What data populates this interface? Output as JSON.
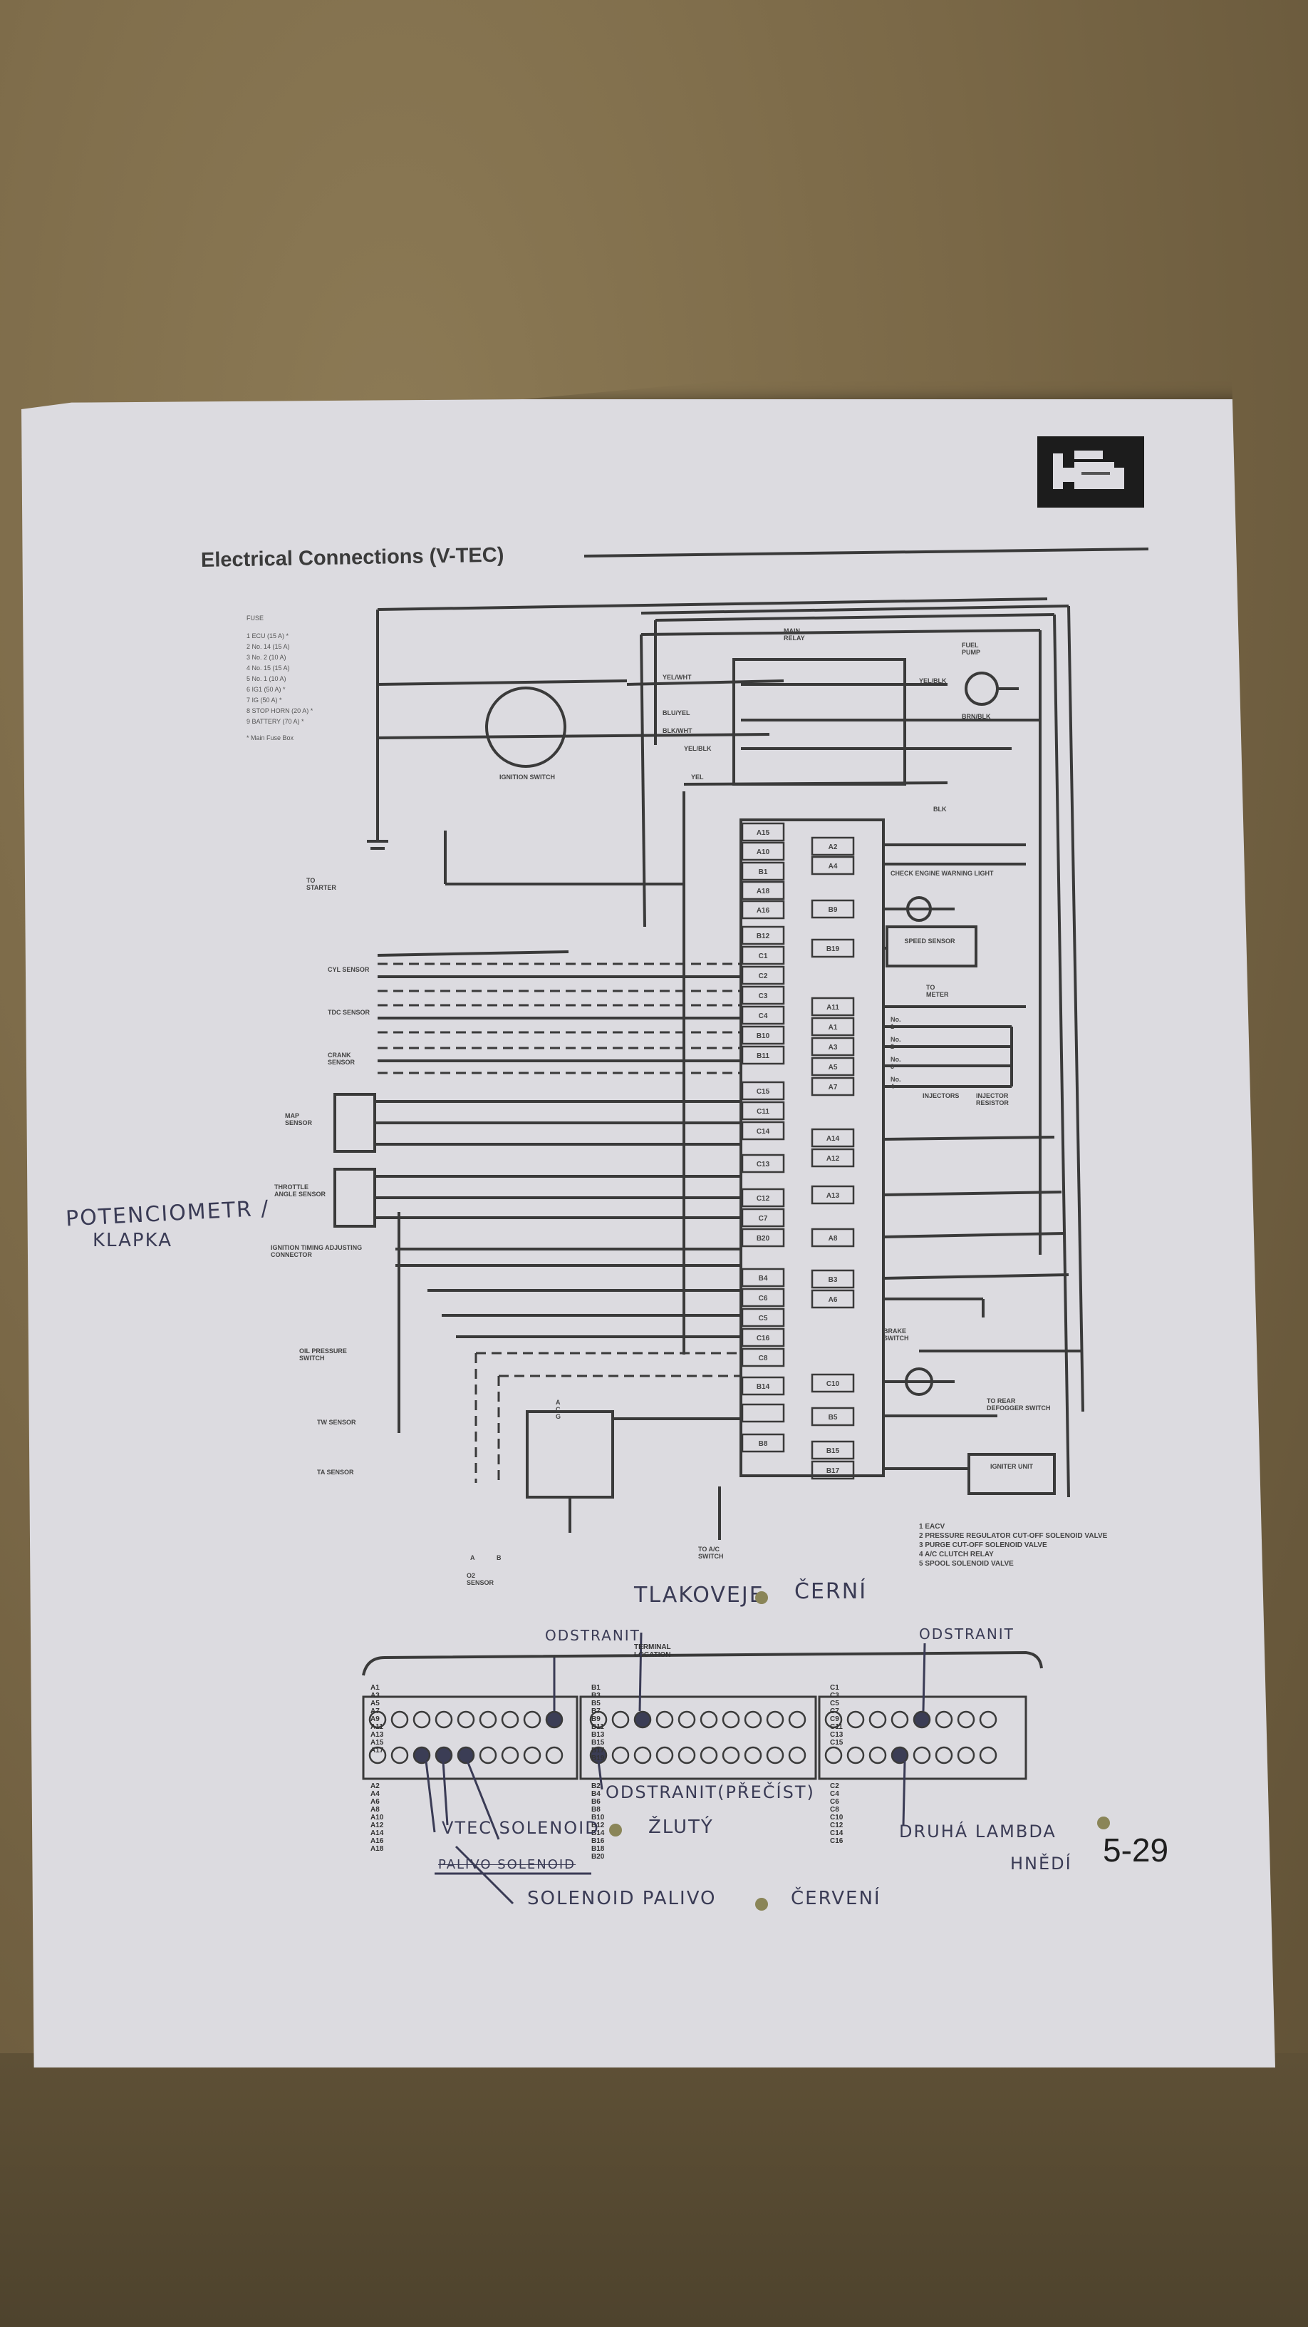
{
  "document": {
    "title": "Electrical Connections (V-TEC)",
    "page_number": "5-29",
    "logo_icon": "engine-icon"
  },
  "fuse_legend": {
    "heading": "FUSE",
    "items": [
      "1 ECU (15 A) *",
      "2 No. 14 (15 A)",
      "3 No. 2 (10 A)",
      "4 No. 15 (15 A)",
      "5 No. 1 (10 A)",
      "6 IG1 (50 A) *",
      "7 IG (50 A) *",
      "8 STOP HORN (20 A) *",
      "9 BATTERY (70 A) *"
    ],
    "footnote": "* Main Fuse Box"
  },
  "components": {
    "ignition_switch": "IGNITION SWITCH",
    "main_relay": "MAIN RELAY",
    "fuel_pump": "FUEL PUMP",
    "to_starter": "TO STARTER",
    "cyl_sensor": "CYL SENSOR",
    "tdc_sensor": "TDC SENSOR",
    "crank_sensor": "CRANK SENSOR",
    "map_sensor": "MAP SENSOR",
    "throttle_angle_sensor": "THROTTLE ANGLE SENSOR",
    "ignition_timing_connector": "IGNITION TIMING ADJUSTING CONNECTOR",
    "oil_pressure_switch": "OIL PRESSURE SWITCH",
    "tw_sensor": "TW SENSOR",
    "ta_sensor": "TA SENSOR",
    "o2_sensor": "O2 SENSOR",
    "o2_a": "A",
    "o2_b": "B",
    "acg": "A C G",
    "to_ac_switch": "TO A/C SWITCH",
    "check_engine": "CHECK ENGINE WARNING LIGHT",
    "speed_sensor": "SPEED SENSOR",
    "to_meter": "TO METER",
    "injectors": "INJECTORS",
    "injector_resistor": "INJECTOR RESISTOR",
    "inj_labels": [
      "No. 1",
      "No. 2",
      "No. 3",
      "No. 4"
    ],
    "brake_switch": "BRAKE SWITCH",
    "to_rear_defogger": "TO REAR DEFOGGER SWITCH",
    "igniter_unit": "IGNITER UNIT",
    "wire_colors": [
      "YEL/WHT",
      "BLU/YEL",
      "BLK/WHT",
      "YEL/BLK",
      "YEL",
      "YEL/BLK",
      "BRN/BLK",
      "BLK"
    ]
  },
  "ecu_terminals": {
    "left": [
      "A15",
      "A10",
      "B1",
      "A18",
      "A16",
      "B12",
      "C1",
      "C2",
      "C3",
      "C4",
      "B10",
      "B11",
      "C15",
      "C11",
      "C14",
      "C13",
      "C12",
      "C7",
      "B20",
      "B4",
      "C6",
      "C5",
      "C16",
      "C8",
      "B14",
      "",
      "B8"
    ],
    "right": [
      "A2",
      "A4",
      "B9",
      "B19",
      "A11",
      "A1",
      "A3",
      "A5",
      "A7",
      "A14",
      "A12",
      "A13",
      "A8",
      "B3",
      "A6",
      "C10",
      "B5",
      "B15",
      "B17"
    ]
  },
  "solenoid_legend": [
    "1 EACV",
    "2 PRESSURE REGULATOR CUT-OFF SOLENOID VALVE",
    "3 PURGE CUT-OFF SOLENOID VALVE",
    "4 A/C CLUTCH RELAY",
    "5 SPOOL SOLENOID VALVE"
  ],
  "terminal_location": {
    "heading": "TERMINAL LOCATION",
    "a_top": "A1 A3 A5 A7 A9 A11 A13 A15 A17",
    "a_bottom": "A2 A4 A6 A8 A10 A12 A14 A16 A18",
    "b_top": "B1 B3 B5 B7 B9 B11 B13 B15 B17 B19",
    "b_bottom": "B2 B4 B6 B8 B10 B12 B14 B16 B18 B20",
    "c_top": "C1 C3 C5 C7 C9 C11 C13 C15",
    "c_bottom": "C2 C4 C6 C8 C10 C12 C14 C16",
    "marked_pins": [
      "A17",
      "B5",
      "C9",
      "A6",
      "A8",
      "A10",
      "B2",
      "C8"
    ]
  },
  "handwritten_notes": {
    "potentiometer": "POTENCIOMETR /",
    "klapka": "KLAPKA",
    "tlakoveje": "TLAKOVEJE",
    "cerny": "ČERNÍ",
    "odstranit_left": "ODSTRANIT",
    "odstranit_right": "ODSTRANIT",
    "odstranit_precist": "ODSTRANIT(PŘEČÍST)",
    "vtec_solenoid": "VTEC SOLENOID",
    "zluty": "ŽLUTÝ",
    "struck": "PALIVO SOLENOID",
    "solenoid_palivo": "SOLENOID PALIVO",
    "cerveny": "ČERVENÍ",
    "druha_lambda": "DRUHÁ LAMBDA",
    "hnedi": "HNĚDÍ"
  },
  "colors": {
    "paper": "#dcdbe0",
    "ink": "#3a3a3a",
    "pen": "#3a3b55",
    "carpet": "#7d6b4a",
    "marker_dot": "#8a8558"
  }
}
